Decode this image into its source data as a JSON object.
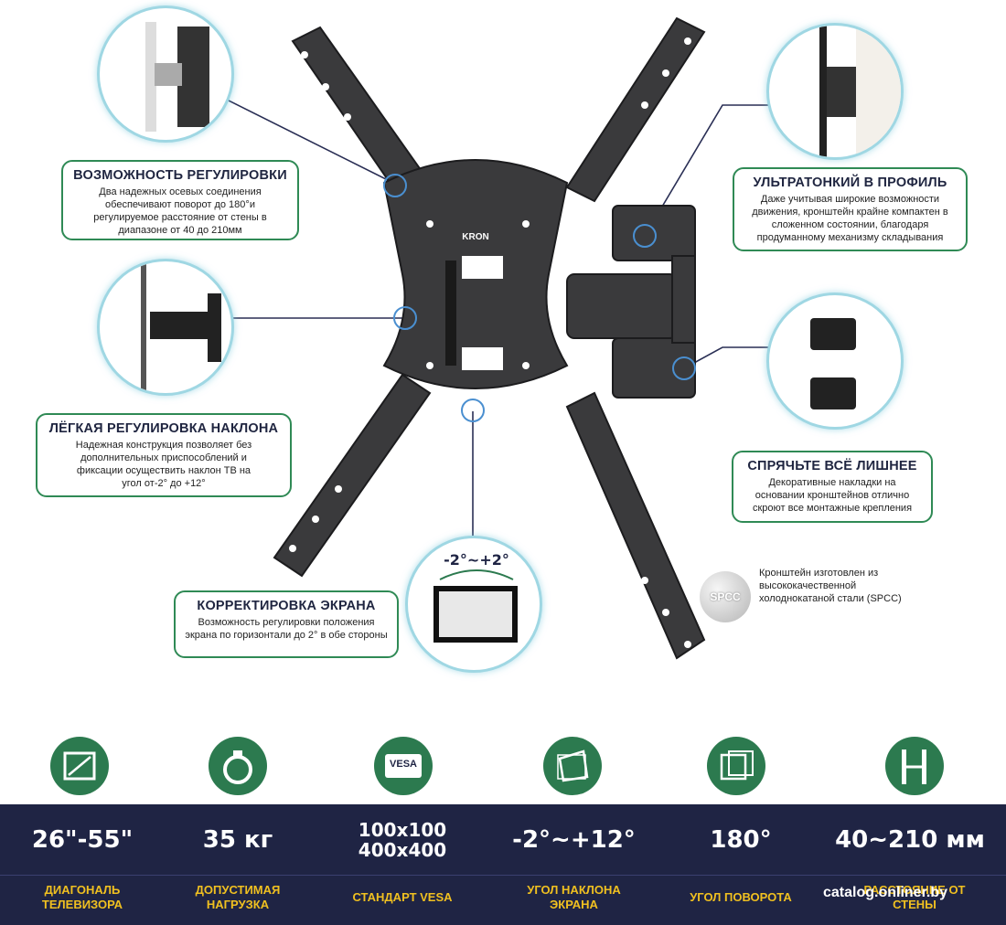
{
  "brand": "KRON",
  "callouts": {
    "adjust": {
      "title": "ВОЗМОЖНОСТЬ РЕГУЛИРОВКИ",
      "desc": "Два надежных осевых соединения обеспечивают поворот до 180°и регулируемое расстояние от стены в диапазоне от 40 до 210мм"
    },
    "tilt": {
      "title": "ЛЁГКАЯ РЕГУЛИРОВКА НАКЛОНА",
      "desc": "Надежная конструкция позволяет без дополнительных приспособлений и фиксации осуществить наклон ТВ на угол от-2° до +12°"
    },
    "correct": {
      "title": "КОРРЕКТИРОВКА ЭКРАНА",
      "desc": "Возможность регулировки положения экрана по горизонтали до 2° в обе стороны"
    },
    "slim": {
      "title": "УЛЬТРАТОНКИЙ В ПРОФИЛЬ",
      "desc": "Даже учитывая широкие возможности движения, кронштейн крайне компактен в сложенном состоянии, благодаря продуманному механизму складывания"
    },
    "hide": {
      "title": "СПРЯЧЬТЕ ВСЁ ЛИШНЕЕ",
      "desc": "Декоративные накладки на основании кронштейнов отлично скроют все монтажные крепления"
    }
  },
  "rotation_badge": "-2°~+2°",
  "spcc": {
    "badge": "SPCC",
    "text": "Кронштейн изготовлен из высококачественной холоднокатаной стали (SPCC)"
  },
  "specs": [
    {
      "icon": "diagonal-icon",
      "value": "26\"-55\"",
      "label": "ДИАГОНАЛЬ ТЕЛЕВИЗОРА"
    },
    {
      "icon": "weight-icon",
      "value": "35 кг",
      "label": "ДОПУСТИМАЯ НАГРУЗКА"
    },
    {
      "icon": "vesa-icon",
      "value": "100x100 400x400",
      "label": "СТАНДАРТ VESA"
    },
    {
      "icon": "tilt-icon",
      "value": "-2°~+12°",
      "label": "УГОЛ НАКЛОНА ЭКРАНА"
    },
    {
      "icon": "rotate-icon",
      "value": "180°",
      "label": "УГОЛ ПОВОРОТА"
    },
    {
      "icon": "distance-icon",
      "value": "40~210 мм",
      "label": "РАССТОЯНИЕ ОТ СТЕНЫ"
    }
  ],
  "vesa_icon_text": "VESA",
  "watermark": "catalog.onliner.by",
  "colors": {
    "accent_green": "#2c7a4f",
    "band": "#1f2444",
    "label_yellow": "#f0c020",
    "bubble_border": "#9fd7e3"
  }
}
